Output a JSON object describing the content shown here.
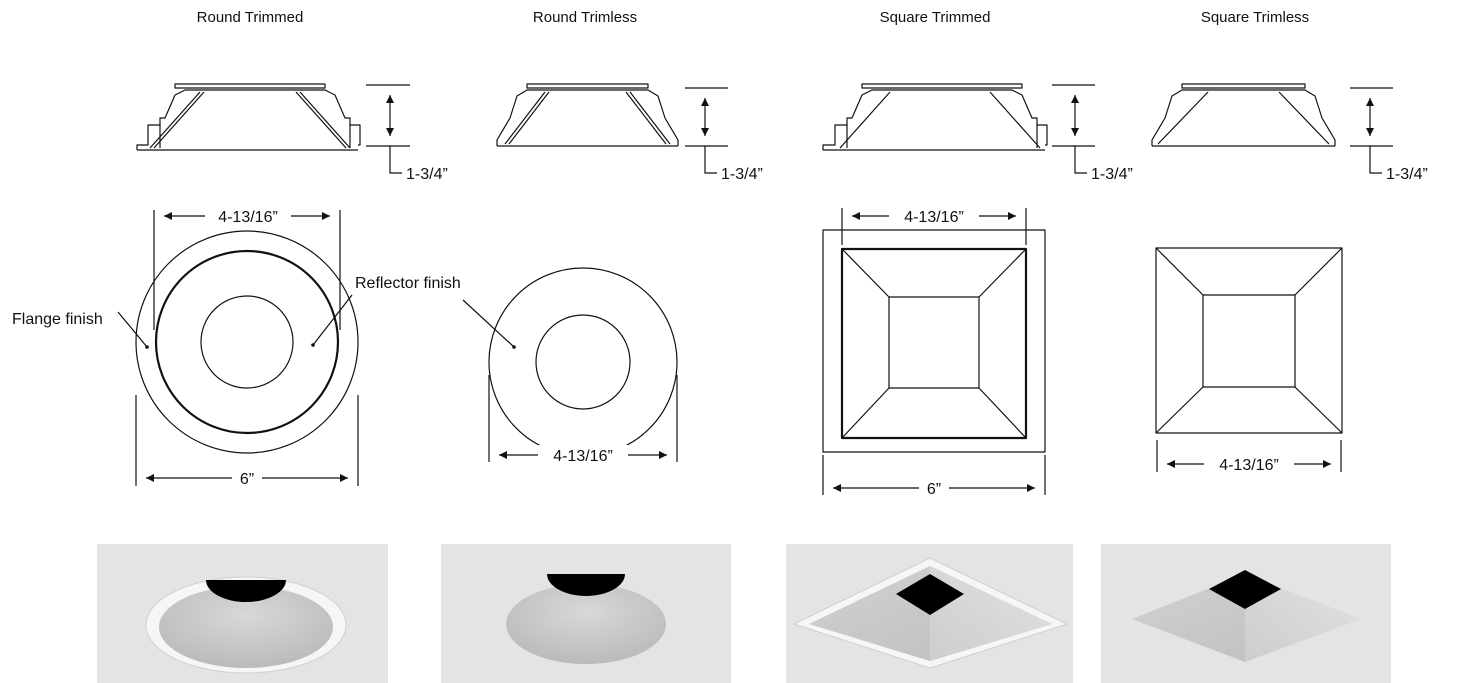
{
  "columns": [
    {
      "title": "Round Trimmed",
      "height_dim": "1-3/4”",
      "inner_dim": "4-13/16”",
      "outer_dim": "6”",
      "callouts": {
        "flange": "Flange finish",
        "reflector": "Reflector finish"
      }
    },
    {
      "title": "Round Trimless",
      "height_dim": "1-3/4”",
      "inner_dim": "4-13/16”"
    },
    {
      "title": "Square Trimmed",
      "height_dim": "1-3/4”",
      "inner_dim": "4-13/16”",
      "outer_dim": "6”"
    },
    {
      "title": "Square Trimless",
      "height_dim": "1-3/4”",
      "inner_dim": "4-13/16”"
    }
  ],
  "colors": {
    "line": "#111111",
    "photo_bg": "#e4e4e4",
    "reflector": "#c9c9c9",
    "aperture": "#000000",
    "flange": "#f4f4f4"
  }
}
